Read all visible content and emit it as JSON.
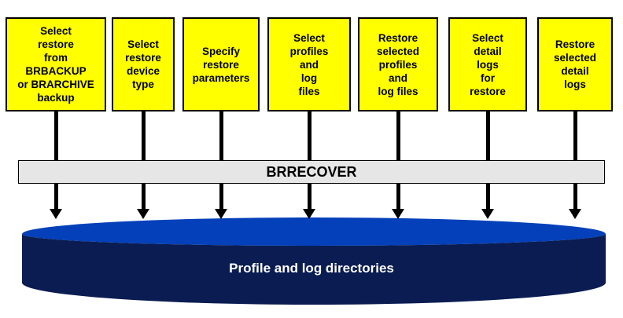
{
  "steps": [
    {
      "label": "Select\nrestore\nfrom\nBRBACKUP\nor BRARCHIVE\nbackup"
    },
    {
      "label": "Select\nrestore\ndevice\ntype"
    },
    {
      "label": "Specify\nrestore\nparameters"
    },
    {
      "label": "Select\nprofiles\nand\nlog\nfiles"
    },
    {
      "label": "Restore\nselected\nprofiles\nand\nlog files"
    },
    {
      "label": "Select\ndetail\nlogs\nfor\nrestore"
    },
    {
      "label": "Restore\nselected\ndetail\nlogs"
    }
  ],
  "bar": {
    "label": "BRRECOVER"
  },
  "cylinder": {
    "label": "Profile and log directories"
  },
  "colors": {
    "box_fill": "#FFFF00",
    "box_border": "#000000",
    "bar_fill": "#E6E6E6",
    "cylinder_top": "#0340BA",
    "cylinder_body": "#0A1C52",
    "arrow": "#000000",
    "label_text": "#FFFFFF"
  }
}
